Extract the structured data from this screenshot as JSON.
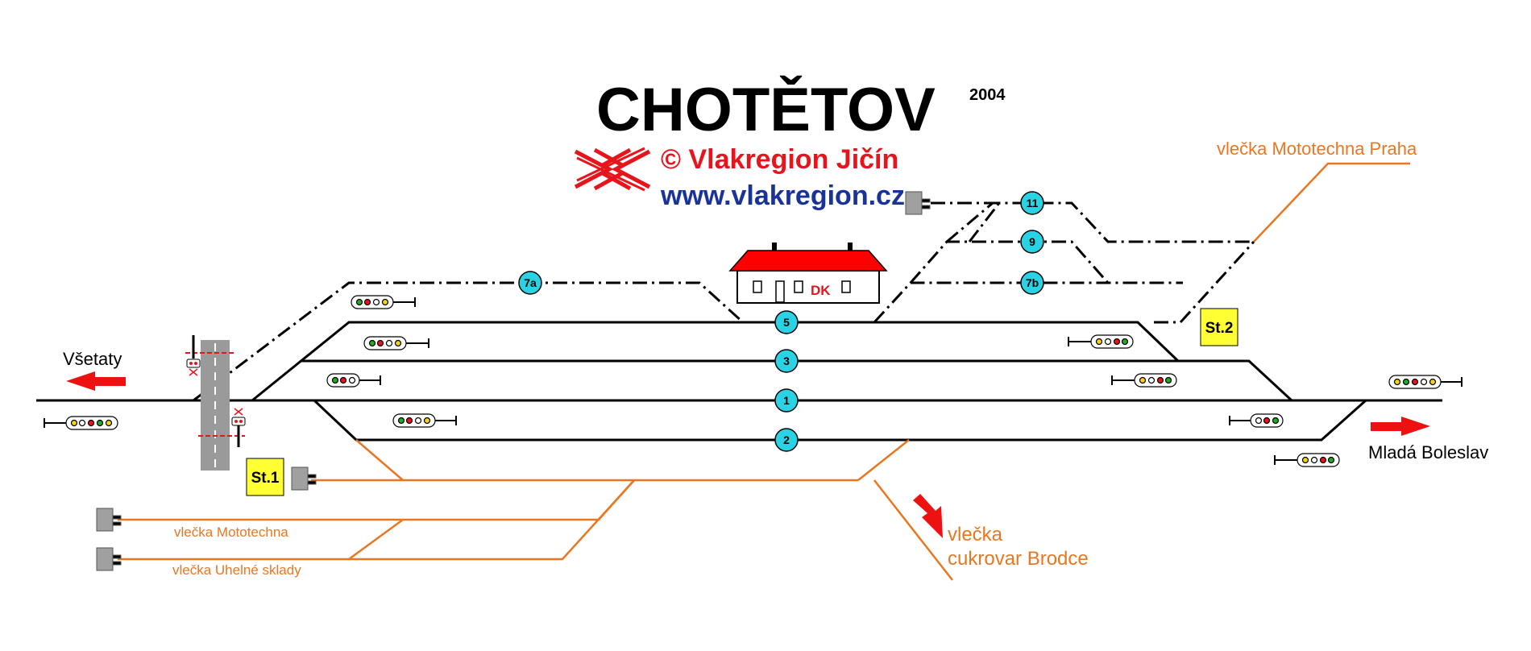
{
  "title": "CHOTĚTOV",
  "year": "2004",
  "copyright": "© Vlakregion Jičín",
  "website": "www.vlakregion.cz",
  "building_label": "DK",
  "directions": {
    "left": "Všetaty",
    "right": "Mladá Boleslav"
  },
  "sidings": {
    "mototechna_praha": "vlečka Mototechna Praha",
    "mototechna": "vlečka Mototechna",
    "uhelne_sklady": "vlečka Uhelné sklady",
    "cukrovar_line1": "vlečka",
    "cukrovar_line2": "cukrovar Brodce"
  },
  "signal_boxes": {
    "st1": "St.1",
    "st2": "St.2"
  },
  "tracks": [
    "11",
    "9",
    "7a",
    "7b",
    "5",
    "3",
    "1",
    "2"
  ],
  "colors": {
    "track": "#000000",
    "siding": "#e87722",
    "track_badge": "#29d3e3",
    "signal_box": "#ffff33",
    "building_roof": "#ff0000",
    "logo_red": "#e8141c",
    "website_blue": "#1a3399",
    "arrow": "#ee1111"
  }
}
